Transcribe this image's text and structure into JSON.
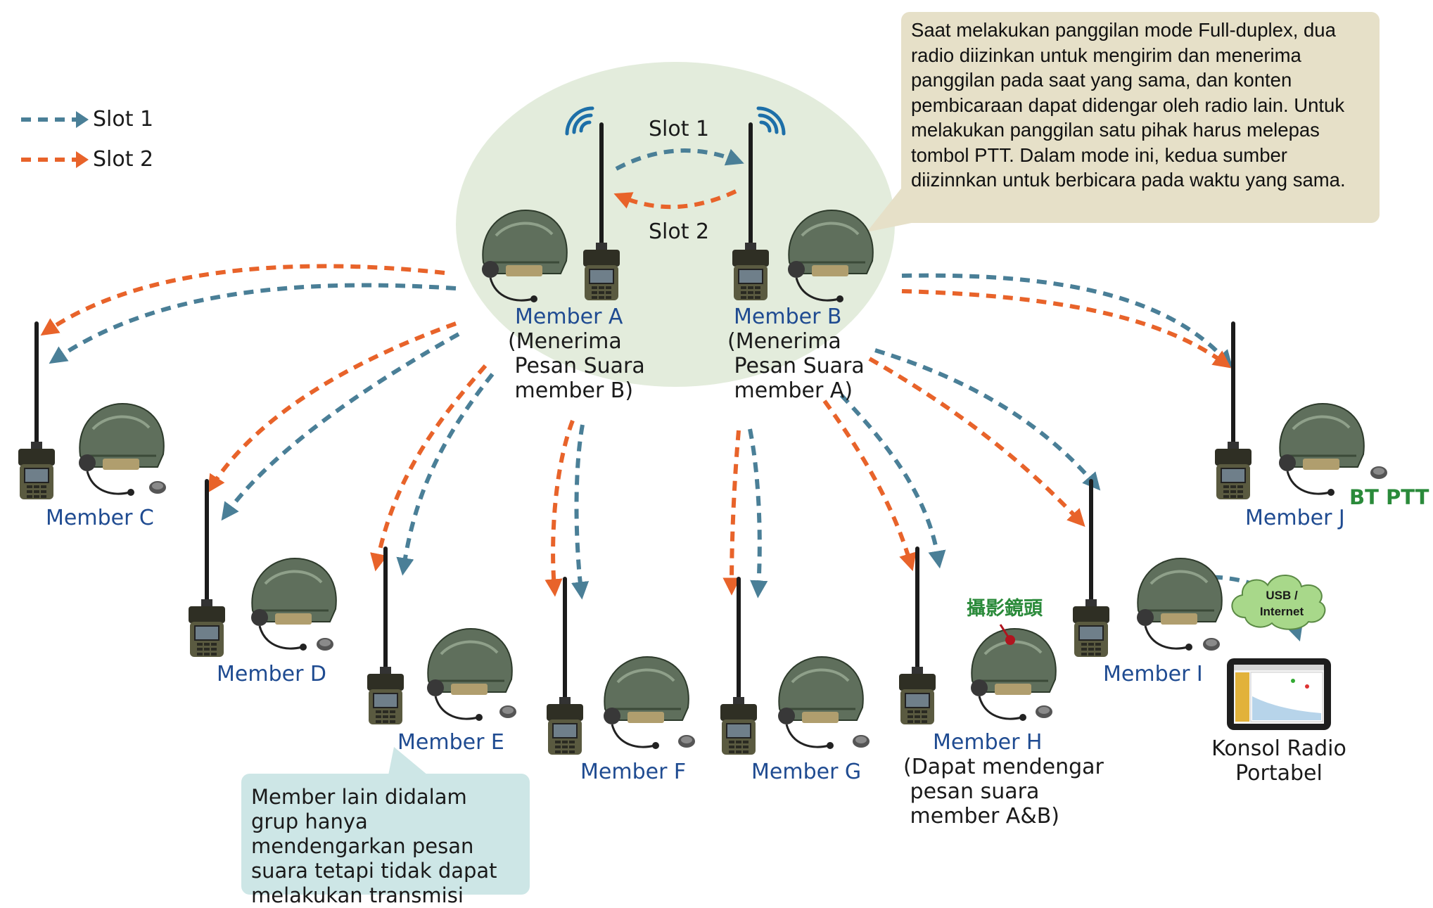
{
  "legend": [
    {
      "label": "Slot 1",
      "color": "#4a7f97"
    },
    {
      "label": "Slot 2",
      "color": "#e8632a"
    }
  ],
  "center_slots": {
    "slot1": "Slot 1",
    "slot2": "Slot 2"
  },
  "callout_top": "Saat melakukan panggilan mode Full-duplex, dua radio diizinkan untuk mengirim dan menerima panggilan pada saat yang sama, dan konten pembicaraan dapat didengar oleh radio lain. Untuk melakukan panggilan satu pihak harus melepas tombol PTT. Dalam mode ini, kedua sumber diizinnkan untuk berbicara pada waktu yang sama.",
  "callout_bottom": "Member lain didalam grup hanya mendengarkan pesan suara tetapi tidak dapat melakukan transmisi",
  "members": {
    "a": {
      "name": "Member A",
      "lines": [
        "(Menerima",
        " Pesan Suara",
        " member B)"
      ]
    },
    "b": {
      "name": "Member B",
      "lines": [
        "(Menerima",
        " Pesan Suara",
        " member A)"
      ]
    },
    "c": {
      "name": "Member C"
    },
    "d": {
      "name": "Member D"
    },
    "e": {
      "name": "Member E"
    },
    "f": {
      "name": "Member F"
    },
    "g": {
      "name": "Member G"
    },
    "h": {
      "name": "Member H",
      "lines": [
        "(Dapat mendengar",
        " pesan suara",
        " member A&B)"
      ]
    },
    "i": {
      "name": "Member I"
    },
    "j": {
      "name": "Member J"
    }
  },
  "bt_ptt": "BT PTT",
  "camera_label": "攝影鏡頭",
  "cloud_label": [
    "USB /",
    "Internet"
  ],
  "console_label": [
    "Konsol Radio",
    "Portabel"
  ],
  "colors": {
    "slot1": "#4a7f97",
    "slot2": "#e8632a",
    "member_text": "#1f4b91",
    "accent_green": "#2a8a3a",
    "ellipse": "#e3ecdc"
  }
}
